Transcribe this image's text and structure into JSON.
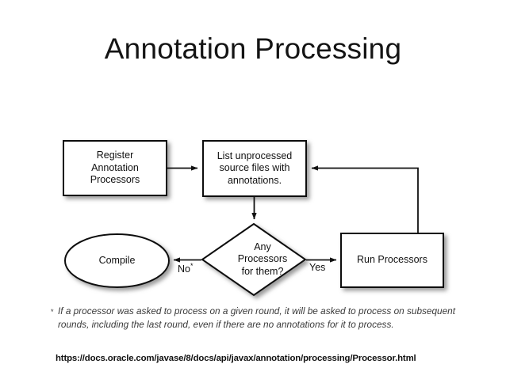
{
  "slide": {
    "title": "Annotation Processing",
    "background_color": "#ffffff",
    "text_color": "#111111"
  },
  "flowchart": {
    "nodes": [
      {
        "id": "register",
        "shape": "rectangle",
        "label": "Register\nAnnotation\nProcessors"
      },
      {
        "id": "list",
        "shape": "rectangle",
        "label": "List unprocessed\nsource files with\nannotations."
      },
      {
        "id": "decision",
        "shape": "diamond",
        "label": "Any\nProcessors\nfor them?"
      },
      {
        "id": "compile",
        "shape": "ellipse",
        "label": "Compile"
      },
      {
        "id": "run",
        "shape": "rectangle",
        "label": "Run Processors"
      }
    ],
    "edge_labels": {
      "no": "No",
      "no_marker": "*",
      "yes": "Yes"
    }
  },
  "footnote": {
    "marker": "*",
    "text": "If a processor was asked to process on a given round, it will be asked to process on subsequent rounds, including the last round, even if there are no annotations for it to process."
  },
  "reference": {
    "url": "https://docs.oracle.com/javase/8/docs/api/javax/annotation/processing/Processor.html"
  }
}
